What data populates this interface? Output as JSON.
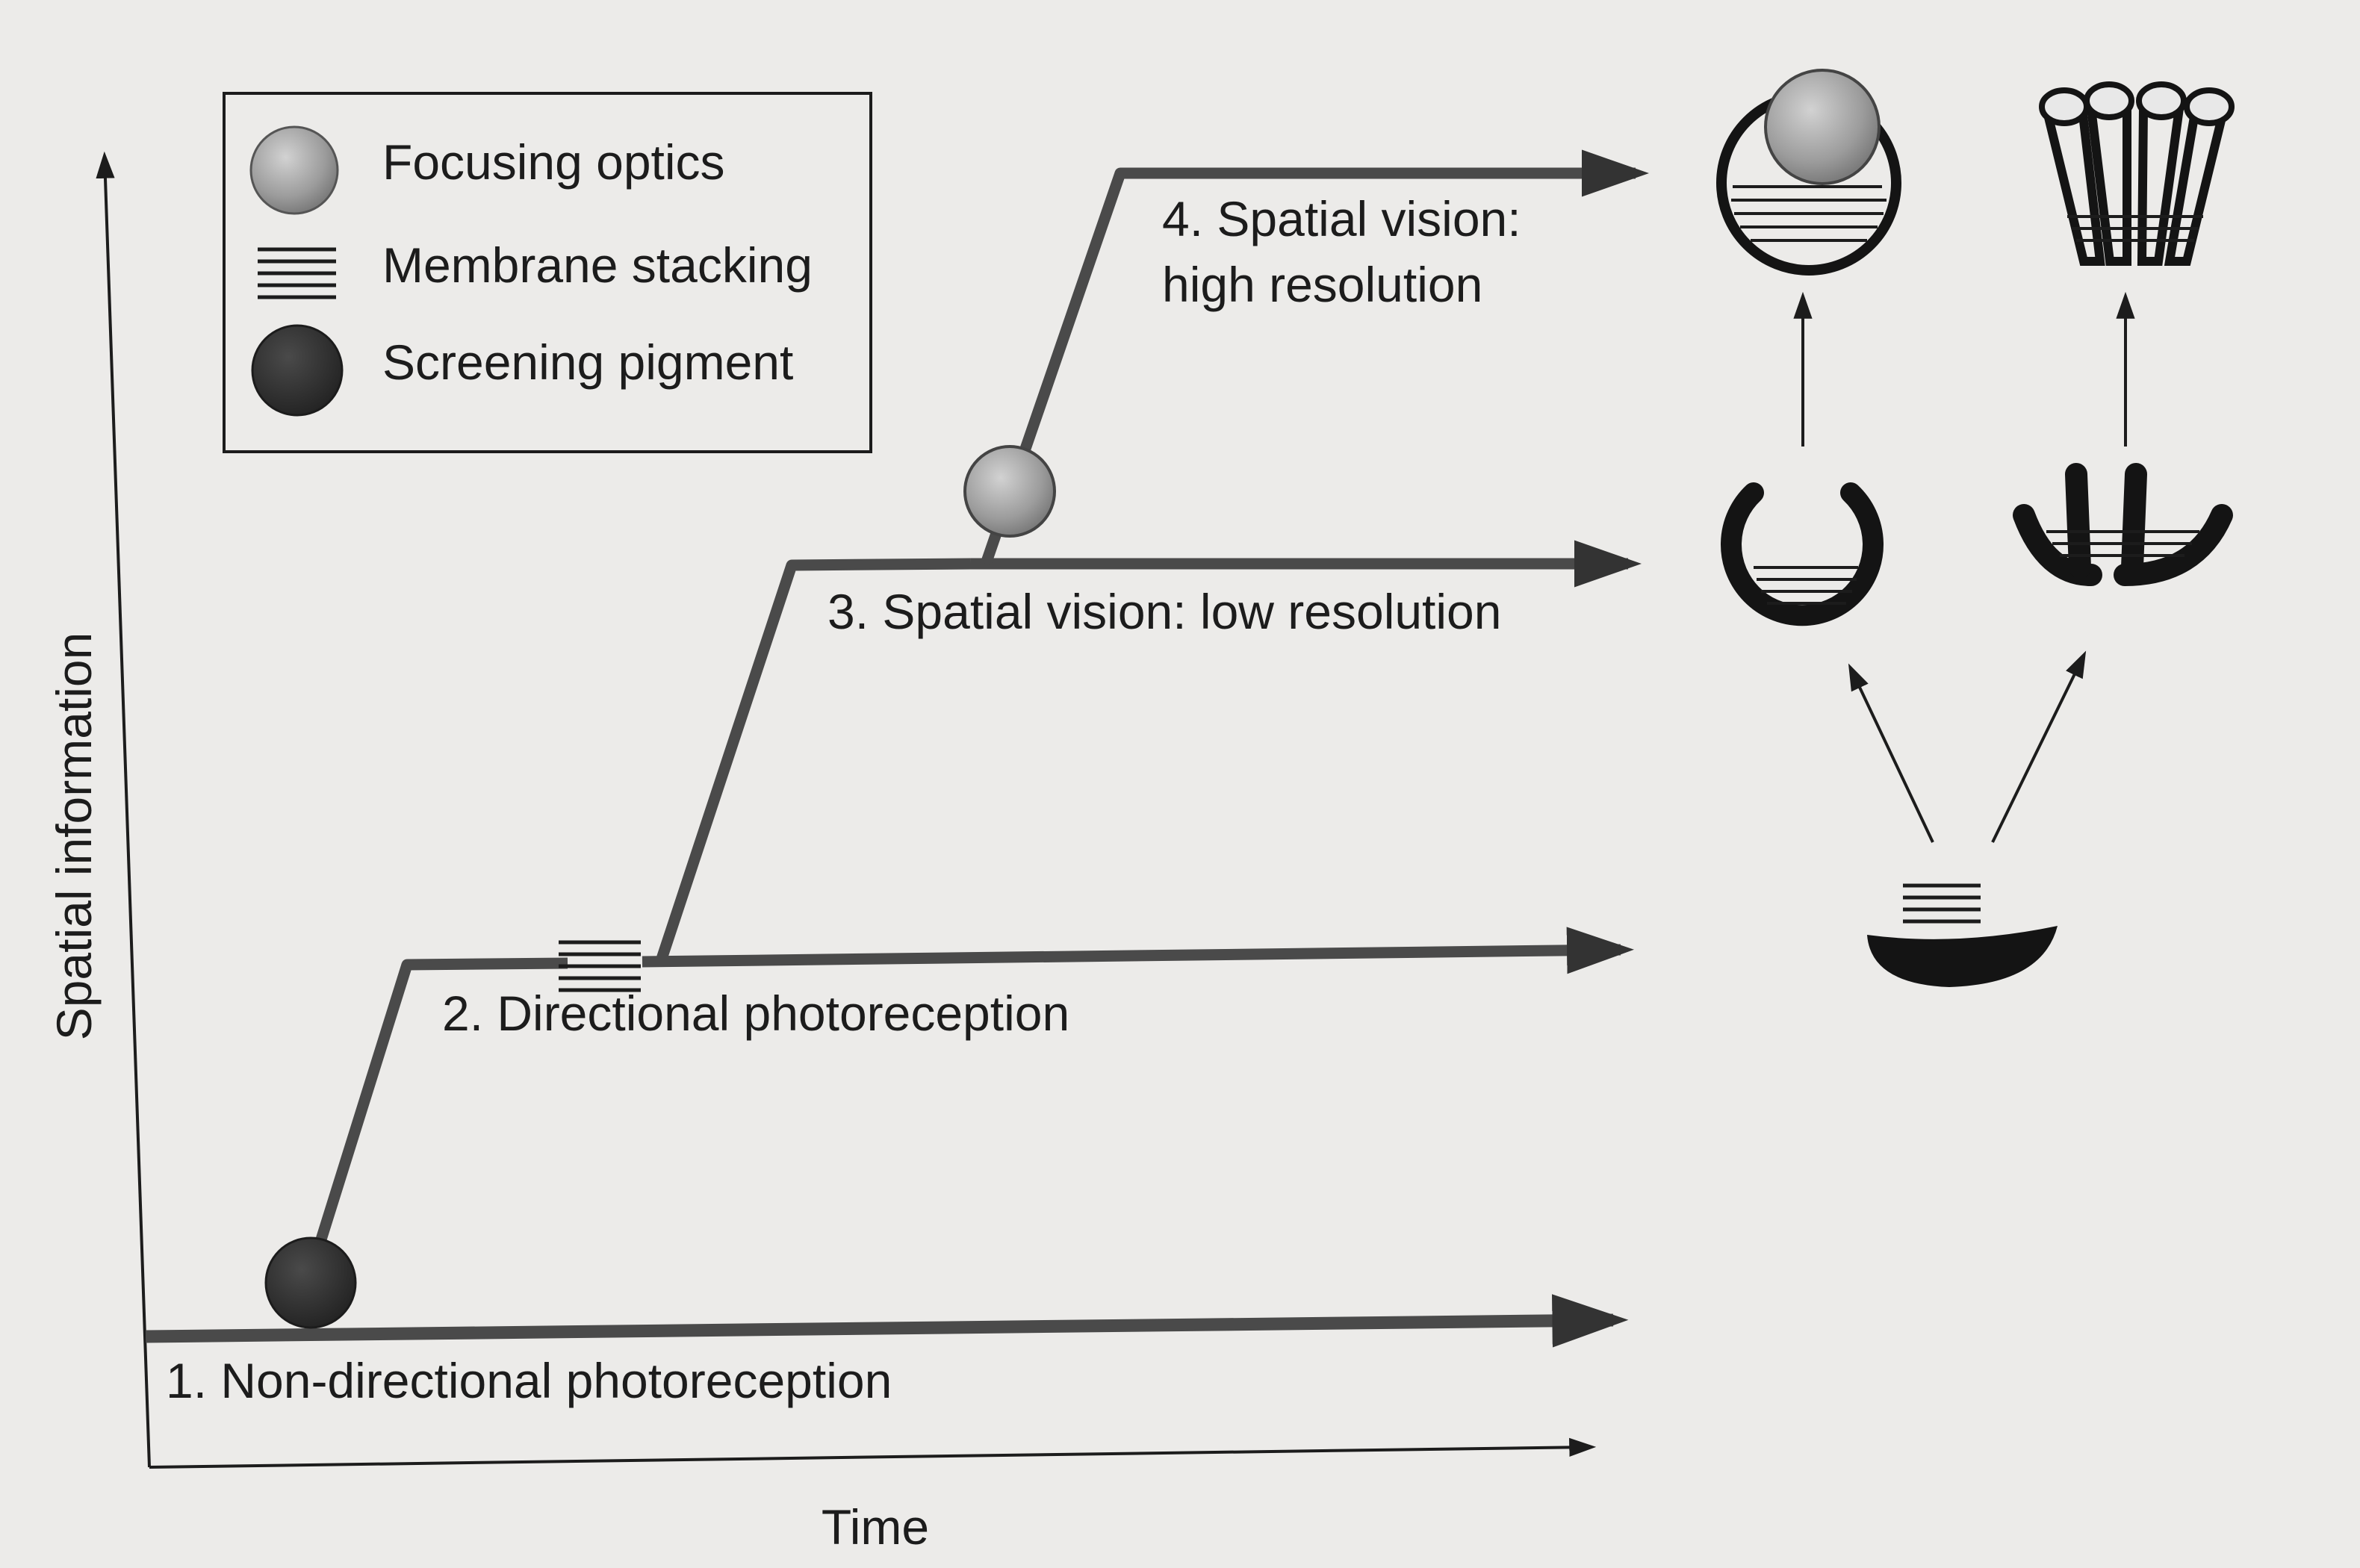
{
  "legend": {
    "focusing_optics": "Focusing optics",
    "membrane_stacking": "Membrane stacking",
    "screening_pigment": "Screening pigment"
  },
  "axes": {
    "y_label": "Spatial information",
    "x_label": "Time"
  },
  "stages": {
    "stage1": "1. Non-directional photoreception",
    "stage2": "2. Directional photoreception",
    "stage3": "3. Spatial vision: low resolution",
    "stage4_line1": "4. Spatial vision:",
    "stage4_line2": "high resolution"
  },
  "colors": {
    "background": "#ecebe9",
    "line": "#4a4a4a",
    "ink": "#1c1c1c",
    "pigment": "#2e2e2e",
    "optics": "#a9a9a9"
  }
}
